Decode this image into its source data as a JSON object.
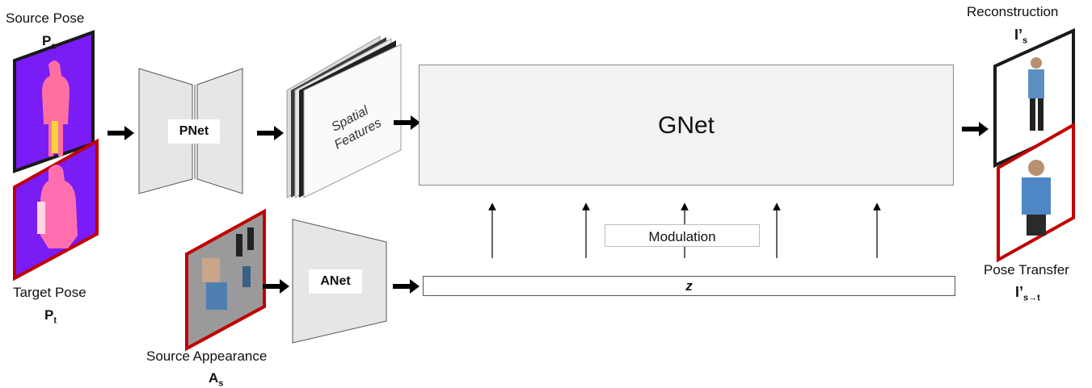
{
  "source_pose": {
    "label": "Source Pose",
    "symbol": "P",
    "sub": "s"
  },
  "target_pose": {
    "label": "Target Pose",
    "symbol": "P",
    "sub": "t"
  },
  "source_appearance": {
    "label": "Source Appearance",
    "symbol": "A",
    "sub": "s"
  },
  "pnet": {
    "label": "PNet"
  },
  "anet": {
    "label": "ANet"
  },
  "spatial_features": {
    "line1": "Spatial",
    "line2": "Features"
  },
  "gnet": {
    "label": "GNet"
  },
  "modulation": {
    "label": "Modulation"
  },
  "z": {
    "label": "z"
  },
  "reconstruction": {
    "label": "Reconstruction",
    "symbol": "I’",
    "sub": "s"
  },
  "pose_transfer": {
    "label": "Pose Transfer",
    "symbol": "I’",
    "sub": "s→t"
  },
  "colors": {
    "frame_dark": "#1a1a1a",
    "frame_red": "#c00000",
    "pose_bg": "#7a1cf5",
    "net_fill": "#e6e6e6",
    "gnet_fill": "#f2f2f2"
  }
}
